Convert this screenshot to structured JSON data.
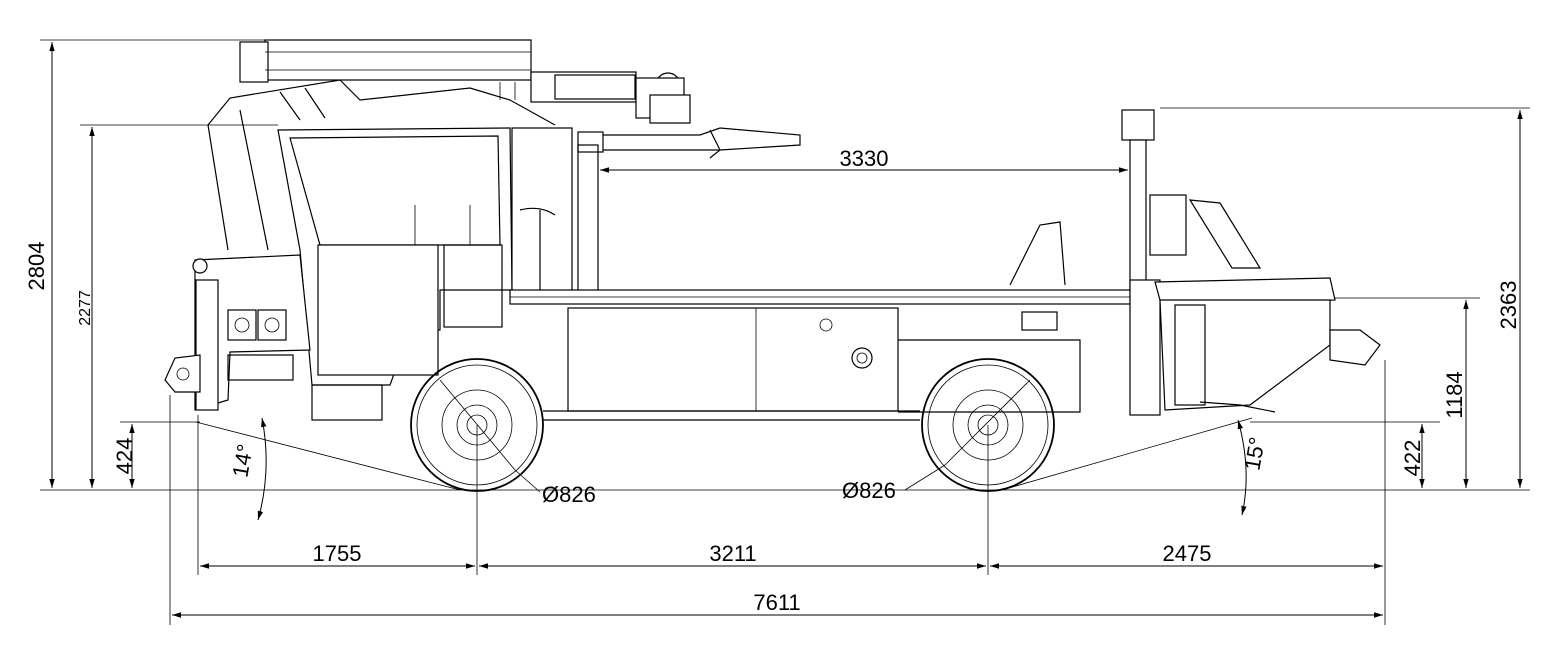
{
  "drawing": {
    "dimensions": {
      "overall_height": "2804",
      "cab_height": "2277",
      "rear_height": "2363",
      "front_clearance_height": "424",
      "rear_clearance_height": "422",
      "pump_height": "1184",
      "platform_length": "3330",
      "front_overhang": "1755",
      "wheelbase": "3211",
      "rear_overhang": "2475",
      "overall_length": "7611",
      "front_wheel_diameter": "Ø826",
      "rear_wheel_diameter": "Ø826",
      "approach_angle": "14°",
      "departure_angle": "15°"
    }
  }
}
